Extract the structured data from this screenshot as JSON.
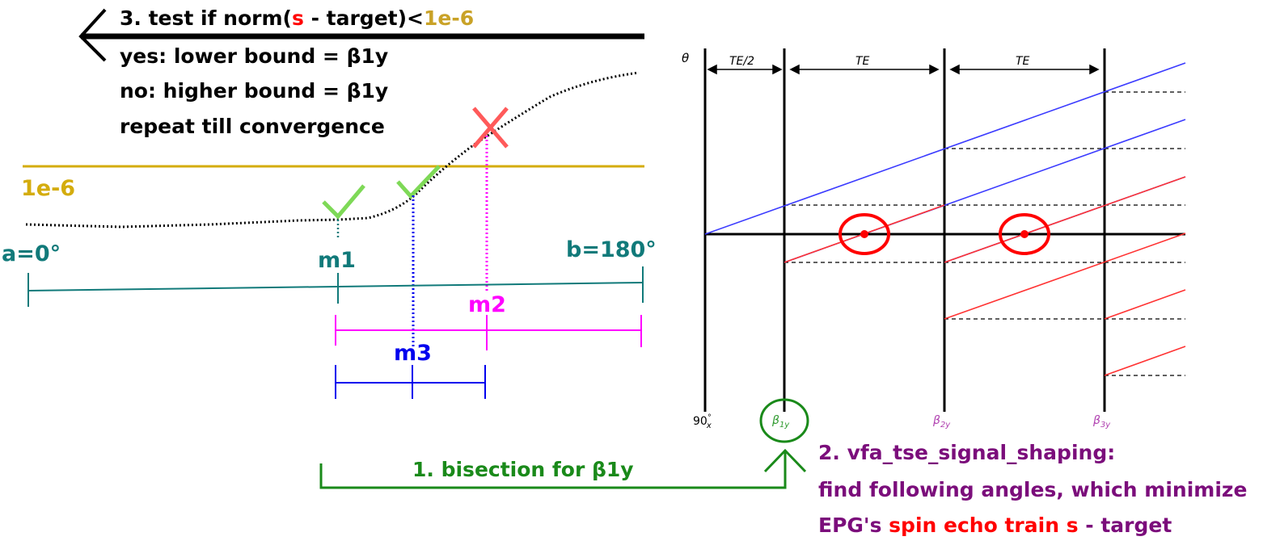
{
  "colors": {
    "black": "#000000",
    "gold": "#d4ac0d",
    "teal": "#117a7a",
    "magenta": "#ff00ff",
    "blue": "#0000ee",
    "green_check": "#7ed957",
    "red_x": "#ff5a5a",
    "dark_green": "#1a8a1a",
    "purple": "#7b0d7b",
    "red": "#ff0000",
    "epg_blue": "#3b3bff",
    "epg_red": "#ff3333",
    "beta_purple": "#b040b0",
    "beta_green": "#2e9a2e"
  },
  "step3": {
    "prefix": "3. test if norm(",
    "s": "s",
    "middle": " - target)<",
    "threshold": "1e-6",
    "yes": "yes: lower bound = β1y",
    "no": "no: higher bound = β1y",
    "repeat": "repeat till convergence"
  },
  "bisection": {
    "threshold_label": "1e-6",
    "a": "a=0°",
    "b": "b=180°",
    "m1": "m1",
    "m2": "m2",
    "m3": "m3",
    "check_icon": "check-icon",
    "cross_icon": "cross-icon"
  },
  "step1": {
    "label": "1. bisection for β1y"
  },
  "step2": {
    "line1": "2. vfa_tse_signal_shaping:",
    "line2": "find following angles, which minimize",
    "line3_a": "EPG's ",
    "line3_b": "spin echo train s",
    "line3_c": " - target"
  },
  "epg": {
    "theta": "θ",
    "te_half": "TE/2",
    "te1": "TE",
    "te2": "TE",
    "pulse_90_base": "90",
    "pulse_90_sup": "°",
    "pulse_90_sub": "x",
    "beta1_base": "β",
    "beta1_sub": "1y",
    "beta2_base": "β",
    "beta2_sub": "2y",
    "beta3_base": "β",
    "beta3_sub": "3y"
  }
}
